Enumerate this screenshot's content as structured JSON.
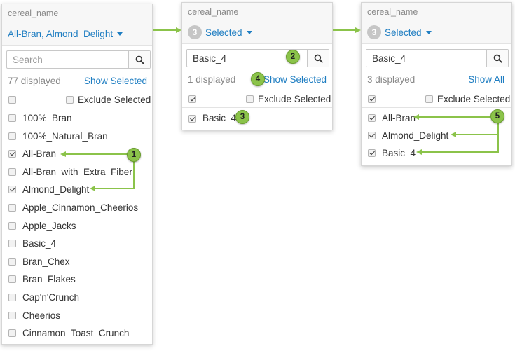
{
  "colors": {
    "link": "#1f7ec2",
    "callout": "#8bc34a",
    "callout_border": "#6a9e2e"
  },
  "panel1": {
    "field_name": "cereal_name",
    "dropdown_value": "All-Bran, Almond_Delight",
    "search_placeholder": "Search",
    "displayed": "77 displayed",
    "toggle_link": "Show Selected",
    "exclude_label": "Exclude Selected",
    "items": [
      {
        "label": "100%_Bran",
        "checked": false
      },
      {
        "label": "100%_Natural_Bran",
        "checked": false
      },
      {
        "label": "All-Bran",
        "checked": true
      },
      {
        "label": "All-Bran_with_Extra_Fiber",
        "checked": false
      },
      {
        "label": "Almond_Delight",
        "checked": true
      },
      {
        "label": "Apple_Cinnamon_Cheerios",
        "checked": false
      },
      {
        "label": "Apple_Jacks",
        "checked": false
      },
      {
        "label": "Basic_4",
        "checked": false
      },
      {
        "label": "Bran_Chex",
        "checked": false
      },
      {
        "label": "Bran_Flakes",
        "checked": false
      },
      {
        "label": "Cap'n'Crunch",
        "checked": false
      },
      {
        "label": "Cheerios",
        "checked": false
      },
      {
        "label": "Cinnamon_Toast_Crunch",
        "checked": false
      }
    ]
  },
  "panel2": {
    "field_name": "cereal_name",
    "selected_count": "3",
    "dropdown_value": "Selected",
    "search_value": "Basic_4",
    "displayed": "1 displayed",
    "toggle_link": "Show Selected",
    "exclude_label": "Exclude Selected",
    "header_checked": true,
    "items": [
      {
        "label": "Basic_4",
        "checked": true
      }
    ]
  },
  "panel3": {
    "field_name": "cereal_name",
    "selected_count": "3",
    "dropdown_value": "Selected",
    "search_value": "Basic_4",
    "displayed": "3 displayed",
    "toggle_link": "Show All",
    "exclude_label": "Exclude Selected",
    "header_checked": true,
    "items": [
      {
        "label": "All-Bran",
        "checked": true
      },
      {
        "label": "Almond_Delight",
        "checked": true
      },
      {
        "label": "Basic_4",
        "checked": true
      }
    ]
  },
  "callouts": [
    "1",
    "2",
    "3",
    "4",
    "5"
  ]
}
